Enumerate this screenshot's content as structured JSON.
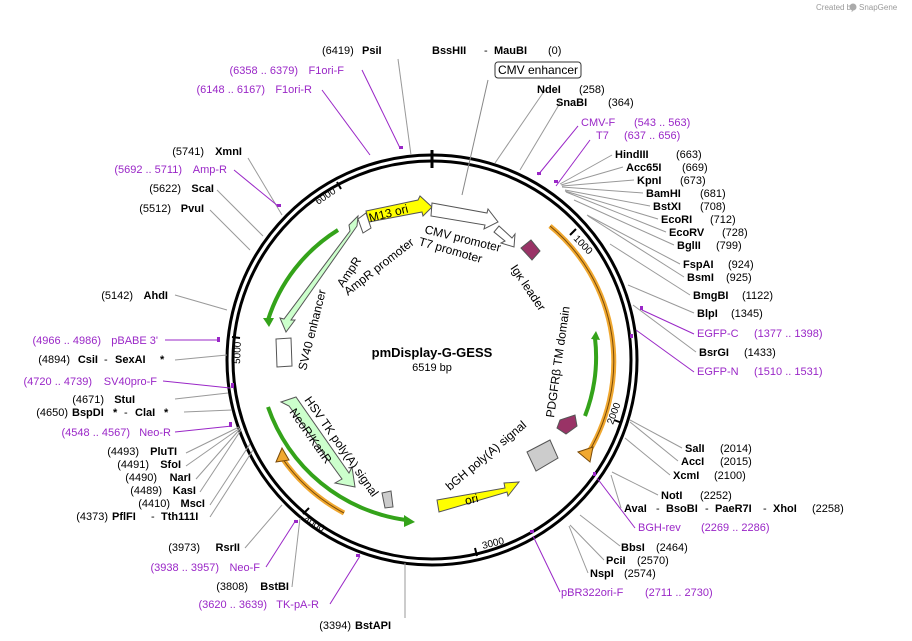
{
  "plasmid": {
    "name": "pmDisplay-G-GESS",
    "size_label": "6519 bp",
    "length": 6519
  },
  "credit": {
    "created_by": "Created by",
    "brand": "SnapGene"
  },
  "colors": {
    "primer": "#9a27c7",
    "orange": "#f0a830",
    "green": "#34a31a",
    "yellow": "#ffff00",
    "lightgreen": "#ccffcc"
  },
  "ticks": [
    "1000",
    "2000",
    "3000",
    "4000",
    "5000",
    "6000"
  ],
  "features": {
    "cmv_enhancer": "CMV enhancer",
    "cmv_promoter": "CMV promoter",
    "t7_promoter": "T7 promoter",
    "igk_leader": "Igκ leader",
    "pdgfrb_tm": "PDGFRβ TM domain",
    "bgh_polya": "bGH poly(A) signal",
    "ori": "ori",
    "hsv_tk_polya": "HSV TK poly(A) signal",
    "neor": "NeoR/KanR",
    "sv40_enhancer": "SV40 enhancer",
    "ampr": "AmpR",
    "ampr_promoter": "AmpR promoter",
    "m13_ori": "M13 ori"
  },
  "sites_top": [
    {
      "pos": "(6419)",
      "name": "PsiI"
    },
    {
      "name": "BssHII"
    },
    {
      "name": "MauBI",
      "pos": "(0)"
    }
  ],
  "sites_right": [
    {
      "name": "NdeI",
      "pos": "(258)"
    },
    {
      "name": "SnaBI",
      "pos": "(364)"
    },
    {
      "name": "HindIII",
      "pos": "(663)"
    },
    {
      "name": "Acc65I",
      "pos": "(669)"
    },
    {
      "name": "KpnI",
      "pos": "(673)"
    },
    {
      "name": "BamHI",
      "pos": "(681)"
    },
    {
      "name": "BstXI",
      "pos": "(708)"
    },
    {
      "name": "EcoRI",
      "pos": "(712)"
    },
    {
      "name": "EcoRV",
      "pos": "(728)"
    },
    {
      "name": "BglII",
      "pos": "(799)"
    },
    {
      "name": "FspAI",
      "pos": "(924)"
    },
    {
      "name": "BsmI",
      "pos": "(925)"
    },
    {
      "name": "BmgBI",
      "pos": "(1122)"
    },
    {
      "name": "BlpI",
      "pos": "(1345)"
    },
    {
      "name": "BsrGI",
      "pos": "(1433)"
    },
    {
      "name": "SalI",
      "pos": "(2014)"
    },
    {
      "name": "AccI",
      "pos": "(2015)"
    },
    {
      "name": "XcmI",
      "pos": "(2100)"
    },
    {
      "name": "NotI",
      "pos": "(2252)"
    },
    {
      "name": "BbsI",
      "pos": "(2464)"
    },
    {
      "name": "PciI",
      "pos": "(2570)"
    },
    {
      "name": "NspI",
      "pos": "(2574)"
    }
  ],
  "sites_ava": {
    "name1": "AvaI",
    "name2": "BsoBI",
    "name3": "PaeR7I",
    "name4": "XhoI",
    "pos": "(2258)"
  },
  "sites_left": [
    {
      "pos": "(5741)",
      "name": "XmnI"
    },
    {
      "pos": "(5622)",
      "name": "ScaI"
    },
    {
      "pos": "(5512)",
      "name": "PvuI"
    },
    {
      "pos": "(5142)",
      "name": "AhdI"
    },
    {
      "pos": "(4671)",
      "name": "StuI"
    },
    {
      "pos": "(4493)",
      "name": "PluTI"
    },
    {
      "pos": "(4491)",
      "name": "SfoI"
    },
    {
      "pos": "(4490)",
      "name": "NarI"
    },
    {
      "pos": "(4489)",
      "name": "KasI"
    },
    {
      "pos": "(4410)",
      "name": "MscI"
    },
    {
      "pos": "(3973)",
      "name": "RsrII"
    },
    {
      "pos": "(3808)",
      "name": "BstBI"
    }
  ],
  "sites_csi": {
    "pos": "(4894)",
    "name1": "CsiI",
    "name2": "SexAI",
    "star": "*"
  },
  "sites_bspd": {
    "pos": "(4650)",
    "name1": "BspDI",
    "star1": "*",
    "name2": "ClaI",
    "star2": "*"
  },
  "sites_pfl": {
    "pos": "(4373)",
    "name1": "PflFI",
    "name2": "Tth111I"
  },
  "sites_bottom": {
    "pos": "(3394)",
    "name": "BstAPI"
  },
  "primers_right": [
    {
      "name": "CMV-F",
      "range": "(543 .. 563)"
    },
    {
      "name": "T7",
      "range": "(637 .. 656)"
    },
    {
      "name": "EGFP-C",
      "range": "(1377 .. 1398)"
    },
    {
      "name": "EGFP-N",
      "range": "(1510 .. 1531)"
    },
    {
      "name": "BGH-rev",
      "range": "(2269 .. 2286)"
    },
    {
      "name": "pBR322ori-F",
      "range": "(2711 .. 2730)"
    }
  ],
  "primers_left": [
    {
      "range": "(6358 .. 6379)",
      "name": "F1ori-F"
    },
    {
      "range": "(6148 .. 6167)",
      "name": "F1ori-R"
    },
    {
      "range": "(5692 .. 5711)",
      "name": "Amp-R"
    },
    {
      "range": "(4966 .. 4986)",
      "name": "pBABE 3'"
    },
    {
      "range": "(4720 .. 4739)",
      "name": "SV40pro-F"
    },
    {
      "range": "(4548 .. 4567)",
      "name": "Neo-R"
    },
    {
      "range": "(3938 .. 3957)",
      "name": "Neo-F"
    },
    {
      "range": "(3620 .. 3639)",
      "name": "TK-pA-R"
    }
  ]
}
